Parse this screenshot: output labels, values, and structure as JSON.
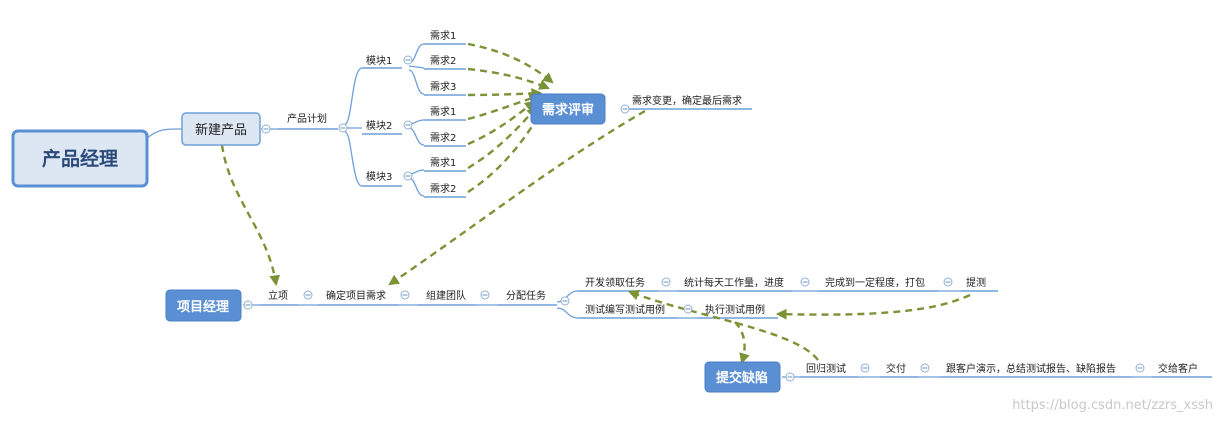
{
  "root": {
    "label": "产品经理"
  },
  "n_new_product": {
    "label": "新建产品"
  },
  "n_product_plan": {
    "label": "产品计划"
  },
  "n_module1": {
    "label": "模块1"
  },
  "n_module2": {
    "label": "模块2"
  },
  "n_module3": {
    "label": "模块3"
  },
  "n_m1_r1": {
    "label": "需求1"
  },
  "n_m1_r2": {
    "label": "需求2"
  },
  "n_m1_r3": {
    "label": "需求3"
  },
  "n_m2_r1": {
    "label": "需求1"
  },
  "n_m2_r2": {
    "label": "需求2"
  },
  "n_m3_r1": {
    "label": "需求1"
  },
  "n_m3_r2": {
    "label": "需求2"
  },
  "n_req_review": {
    "label": "需求评审"
  },
  "n_req_change": {
    "label": "需求变更，确定最后需求"
  },
  "n_project_manager": {
    "label": "项目经理"
  },
  "n_initiate": {
    "label": "立项"
  },
  "n_confirm_req": {
    "label": "确定项目需求"
  },
  "n_build_team": {
    "label": "组建团队"
  },
  "n_assign_task": {
    "label": "分配任务"
  },
  "n_dev_claim": {
    "label": "开发领取任务"
  },
  "n_daily_stats": {
    "label": "统计每天工作量，进度"
  },
  "n_complete_pack": {
    "label": "完成到一定程度，打包"
  },
  "n_submit_test": {
    "label": "提测"
  },
  "n_write_cases": {
    "label": "测试编写测试用例"
  },
  "n_run_cases": {
    "label": "执行测试用例"
  },
  "n_submit_defect": {
    "label": "提交缺陷"
  },
  "n_regression": {
    "label": "回归测试"
  },
  "n_deliver": {
    "label": "交付"
  },
  "n_demo_report": {
    "label": "跟客户演示，总结测试报告、缺陷报告"
  },
  "n_hand_over": {
    "label": "交给客户"
  },
  "watermark": {
    "text": "https://blog.csdn.net/zzrs_xssh"
  },
  "colors": {
    "branch": "#6f9fd8",
    "root_border": "#5b8fd4",
    "root_fill": "#dde7f4",
    "root_text": "#2b4a7a",
    "main_fill": "#5b8fd4",
    "relation": "#7c9236"
  }
}
